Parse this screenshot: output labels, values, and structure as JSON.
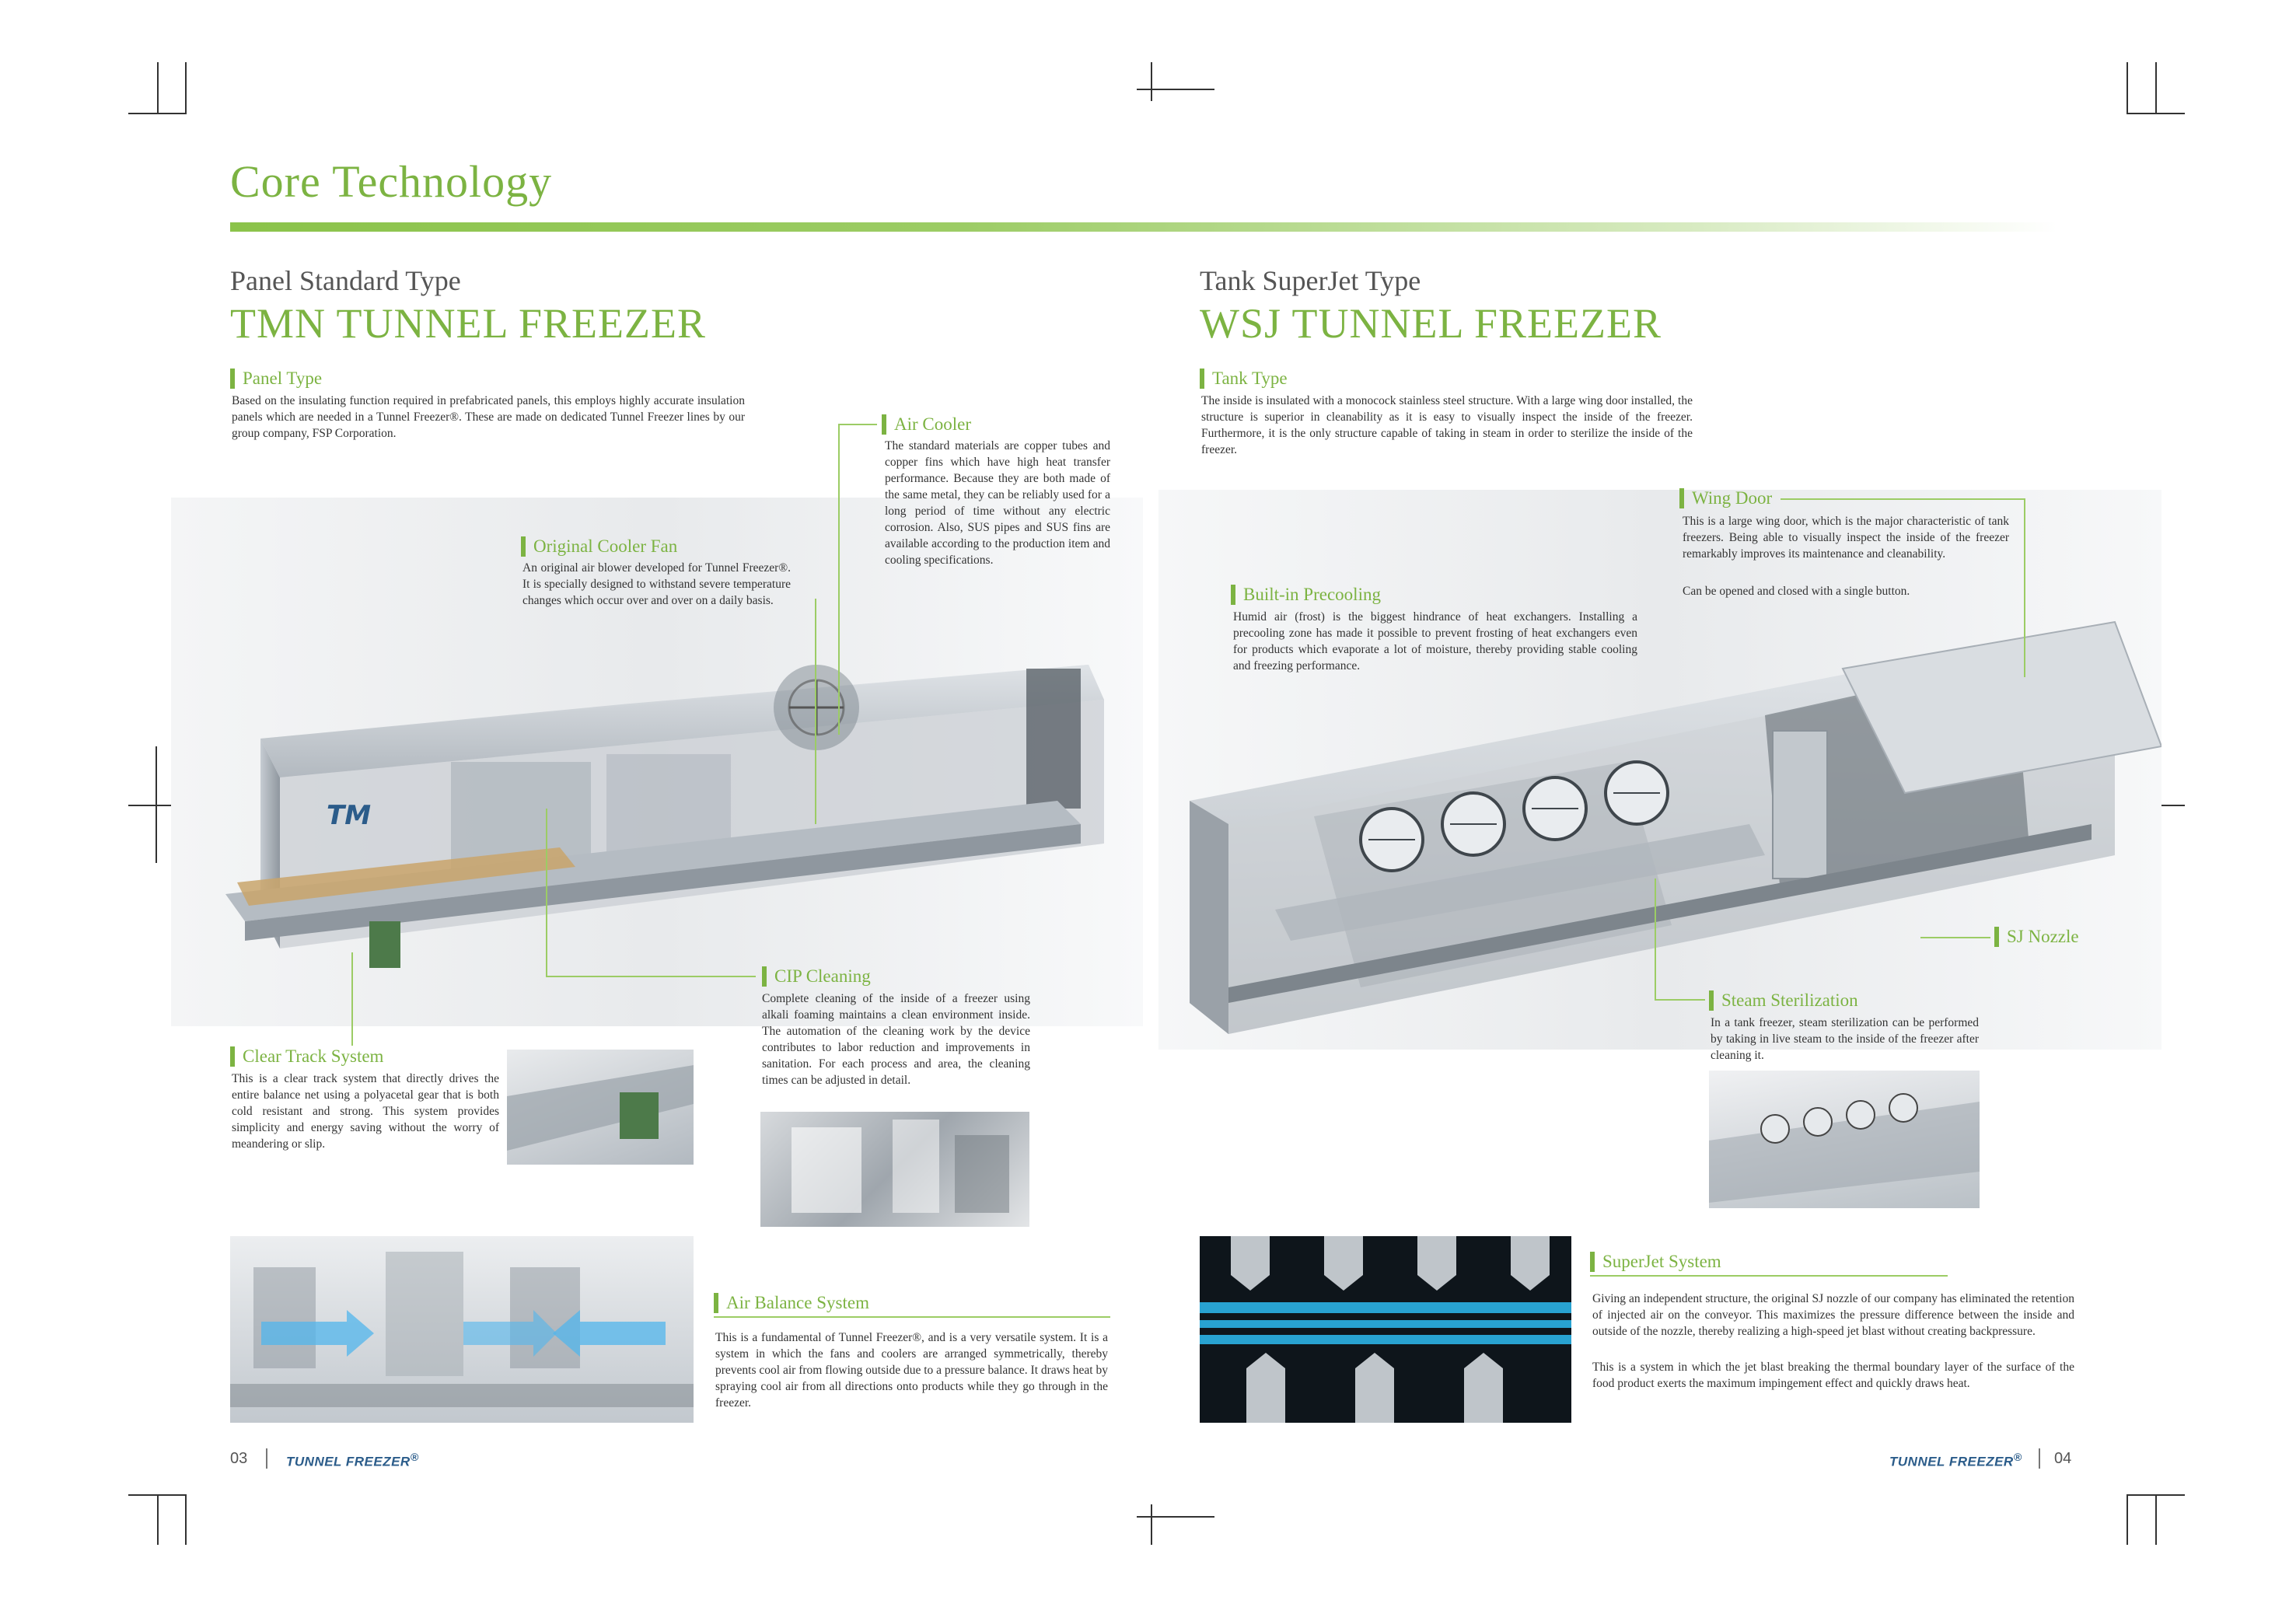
{
  "header": {
    "title": "Core Technology"
  },
  "left": {
    "type_label": "Panel Standard Type",
    "product": "TMN TUNNEL FREEZER",
    "sections": {
      "panel_type": {
        "title": "Panel Type",
        "text": "Based on the insulating function required in prefabricated panels, this employs highly accurate insulation panels which are needed in a Tunnel Freezer®. These are made on dedicated Tunnel Freezer lines by our group company, FSP Corporation."
      },
      "air_cooler": {
        "title": "Air Cooler",
        "text": "The standard materials are copper tubes and copper fins which have high heat transfer performance. Because they are both made of the same metal, they can be reliably used for a long period of time without any electric corrosion. Also, SUS pipes and SUS fins are available according to the production item and cooling specifications."
      },
      "cooler_fan": {
        "title": "Original Cooler Fan",
        "text": "An original air blower developed for Tunnel Freezer®. It is specially designed to withstand severe temperature changes which occur over and over on a daily basis."
      },
      "cip": {
        "title": "CIP Cleaning",
        "text": "Complete cleaning of the inside of a freezer using alkali foaming maintains a clean environment inside. The automation of the cleaning work by the device contributes to labor reduction and improvements in sanitation. For each process and area, the cleaning times can be adjusted in detail."
      },
      "clear_track": {
        "title": "Clear Track System",
        "text": "This is a clear track system that directly drives the entire balance net using a polyacetal gear that is both cold resistant and strong. This system provides simplicity and energy saving without the worry of meandering or slip."
      },
      "air_balance": {
        "title": "Air Balance System",
        "text": "This is a fundamental of Tunnel Freezer®, and is a very versatile system. It is a system in which the fans and coolers are arranged symmetrically, thereby prevents cool air from flowing outside due to a pressure balance. It draws heat by spraying cool air from all directions onto products while they go through in the freezer."
      }
    },
    "machine_logo": "TM"
  },
  "right": {
    "type_label": "Tank SuperJet Type",
    "product": "WSJ TUNNEL FREEZER",
    "sections": {
      "tank_type": {
        "title": "Tank Type",
        "text": "The inside is insulated with a monocock stainless steel structure. With a large wing door installed, the structure is superior in cleanability as it is easy to visually inspect the inside of the freezer. Furthermore, it is the only structure capable of taking in steam in order to sterilize the inside of the freezer."
      },
      "wing_door": {
        "title": "Wing Door",
        "text": "This is a large wing door, which is the major characteristic of tank freezers. Being able to visually inspect the inside of the freezer remarkably improves its maintenance and cleanability.",
        "text2": "Can be opened and closed with a single button."
      },
      "precooling": {
        "title": "Built-in Precooling",
        "text": "Humid air (frost) is the biggest hindrance of heat exchangers. Installing a precooling zone has made it possible to prevent frosting of heat exchangers even for products which evaporate a lot of moisture, thereby providing stable cooling and freezing performance."
      },
      "sj_nozzle": {
        "title": "SJ Nozzle"
      },
      "steam": {
        "title": "Steam Sterilization",
        "text": "In a tank freezer, steam sterilization can be performed by taking in live steam to the inside of the freezer after cleaning it."
      },
      "superjet": {
        "title": "SuperJet System",
        "text": "Giving an independent structure, the original SJ nozzle of our company has eliminated the retention of injected air on the conveyor. This maximizes the pressure difference between the inside and outside of the nozzle, thereby realizing a high-speed jet blast without creating backpressure.",
        "text2": "This is a system in which the jet blast breaking the thermal boundary layer of the surface of the food product exerts the maximum impingement effect and quickly draws heat."
      }
    }
  },
  "footer": {
    "left_page": "03",
    "right_page": "04",
    "brand": "TUNNEL FREEZER",
    "brand_mark": "®"
  },
  "colors": {
    "accent": "#7cb342",
    "brand": "#2b5c8a"
  }
}
